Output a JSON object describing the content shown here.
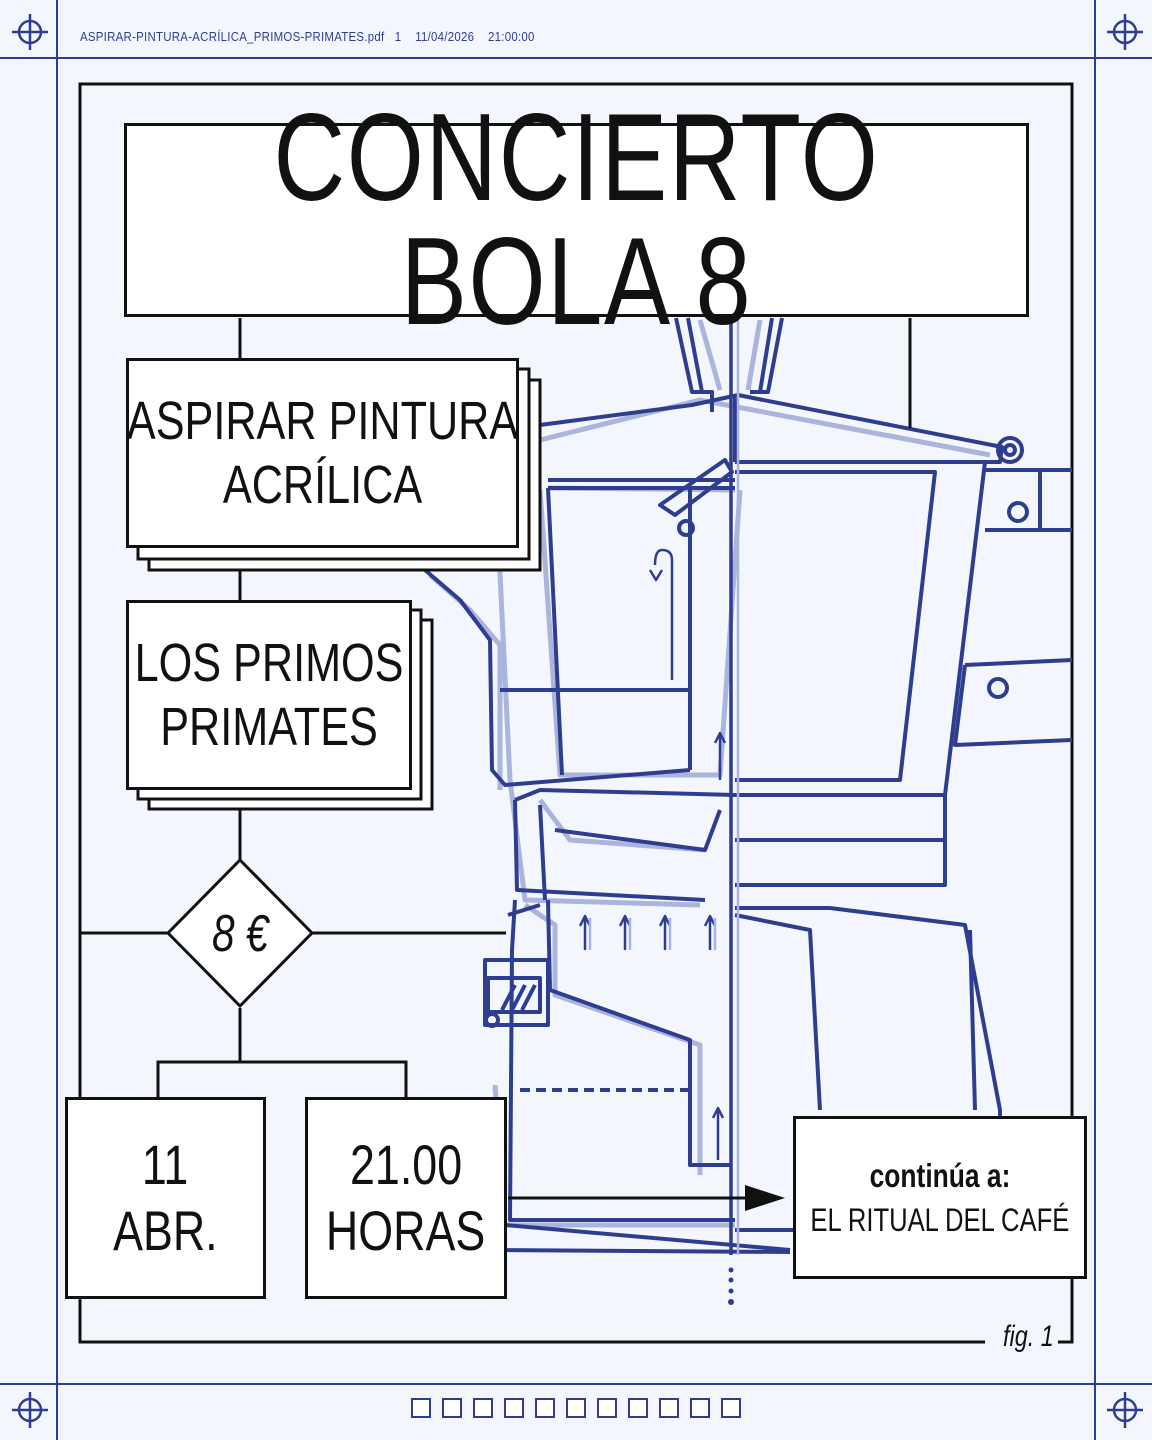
{
  "header": {
    "filename": "ASPIRAR-PINTURA-ACRÍLICA_PRIMOS-PRIMATES.pdf",
    "page": "1",
    "date": "11/04/2026",
    "time": "21:00:00"
  },
  "poster": {
    "title": "CONCIERTO BOLA 8",
    "band1_line1": "ASPIRAR PINTURA",
    "band1_line2": "ACRÍLICA",
    "band2_line1": "LOS PRIMOS",
    "band2_line2": "PRIMATES",
    "price": "8 €",
    "day": "11",
    "month": "ABR.",
    "hour": "21.00",
    "hour_label": "HORAS",
    "continue_label": "continúa a:",
    "continue_target": "EL RITUAL DEL CAFÉ",
    "figure_caption": "fig. 1"
  },
  "colors": {
    "background": "#f3f7fd",
    "blueprint": "#2f3d8f",
    "blueprint_light": "#aab4dc",
    "ink": "#111111"
  },
  "icons": [
    "crosshair-icon",
    "arrow-right-icon",
    "moka-pot-illustration"
  ]
}
